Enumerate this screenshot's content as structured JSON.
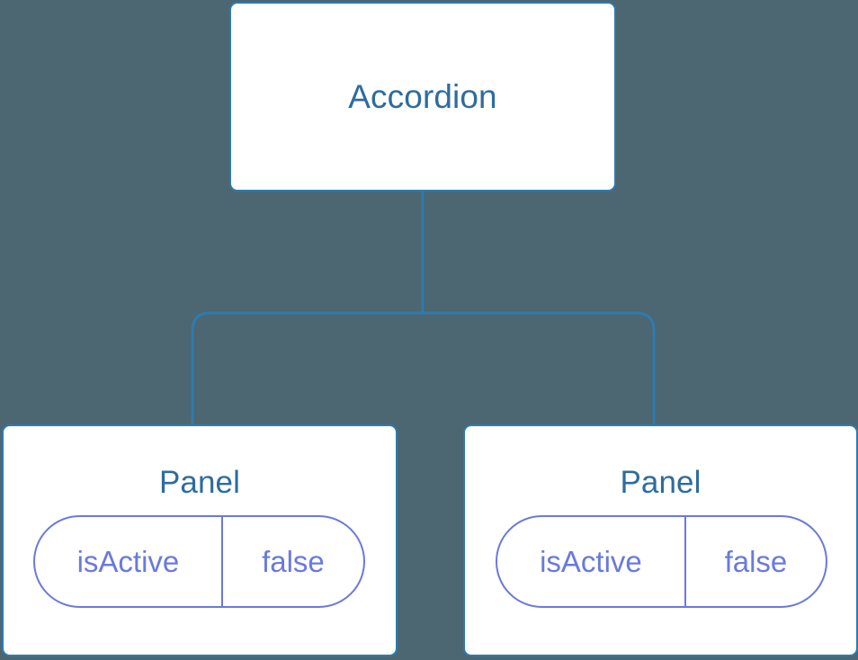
{
  "diagram": {
    "type": "component-tree",
    "background_color": "#4c6672",
    "node_border_color": "#2e7bae",
    "node_fill_color": "#ffffff",
    "node_title_color": "#2e6c9e",
    "prop_color": "#6a79de",
    "connector_color": "#2e7bae",
    "root": {
      "title": "Accordion"
    },
    "children": [
      {
        "title": "Panel",
        "props": [
          {
            "key": "isActive",
            "value": "false"
          }
        ]
      },
      {
        "title": "Panel",
        "props": [
          {
            "key": "isActive",
            "value": "false"
          }
        ]
      }
    ]
  }
}
